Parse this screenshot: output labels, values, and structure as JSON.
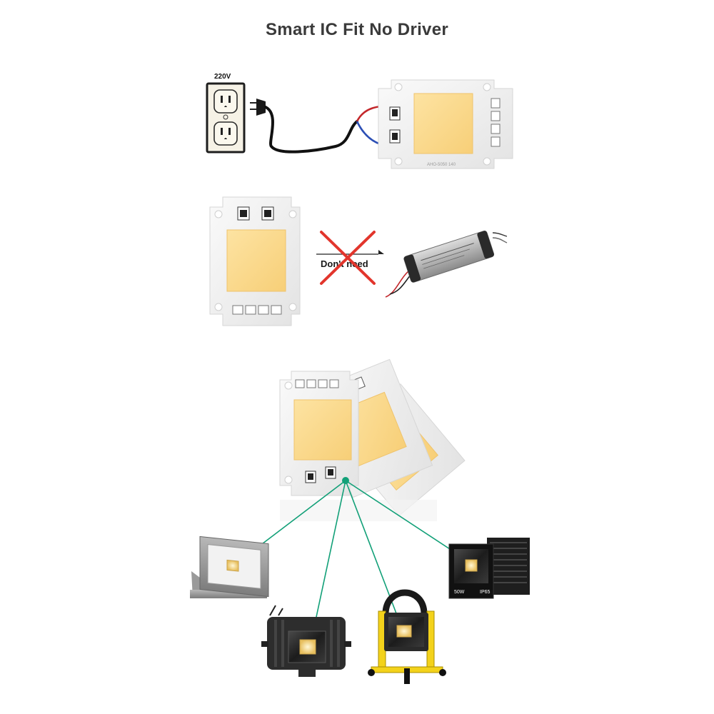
{
  "title": "Smart IC Fit No Driver",
  "outlet": {
    "voltage_label": "220V"
  },
  "driver_crossed": {
    "label": "Don't need"
  },
  "fixture": {
    "wattage_label": "50W",
    "rating_label": "IP65"
  },
  "chip": {
    "marking": "AHO-5050 140"
  },
  "colors": {
    "led_yellow": "#fbd98a",
    "led_edge": "#f3c766",
    "board_white": "#f1f1f1",
    "cross_red": "#e2352c",
    "connector_green": "#12a078",
    "wire_red": "#c3272b",
    "wire_blue": "#2c4fb5"
  }
}
